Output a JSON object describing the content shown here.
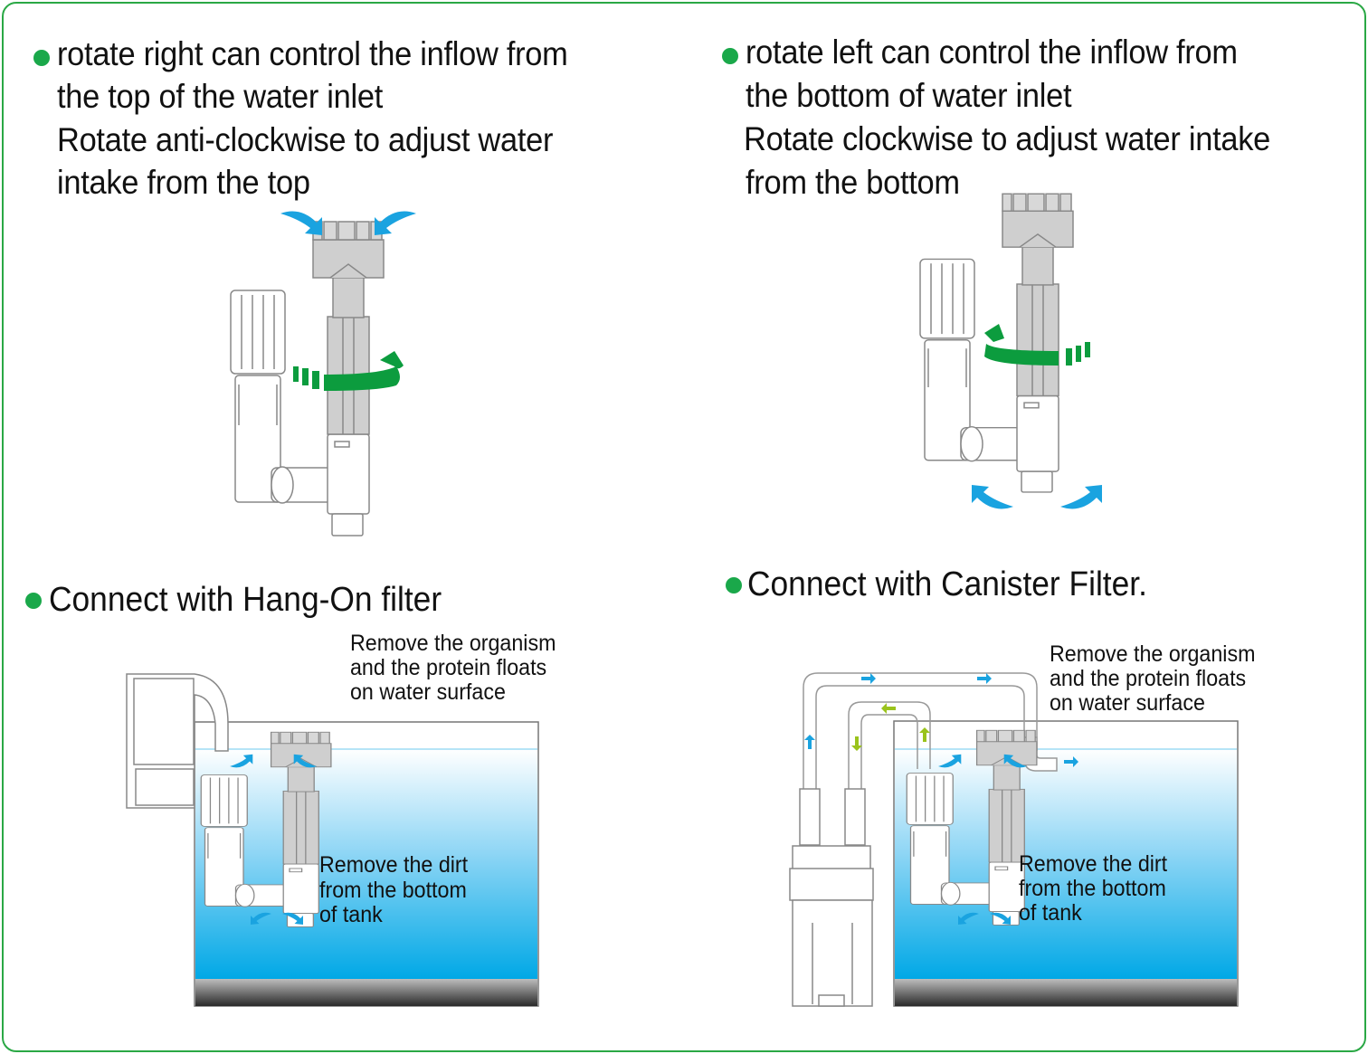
{
  "colors": {
    "border": "#2aa845",
    "bullet": "#1aa84a",
    "rotate_arrow": "#0c9c3e",
    "flow_arrow": "#1aa3e0",
    "return_arrow": "#9ac31c",
    "water": "#00a8e6"
  },
  "top_left": {
    "lines": [
      "rotate right can control the inflow from",
      "the top of the water inlet",
      "Rotate anti-clockwise to adjust water",
      "intake from the top"
    ]
  },
  "top_right": {
    "lines": [
      "rotate left can control the inflow from",
      "the bottom of water inlet",
      "Rotate clockwise to adjust water intake",
      "from the bottom"
    ]
  },
  "bottom_left": {
    "heading": "Connect with Hang-On filter",
    "surface_label": [
      "Remove the organism",
      "and the protein floats",
      "on water surface"
    ],
    "bottom_label": [
      "Remove the dirt",
      "from the bottom",
      "of tank"
    ]
  },
  "bottom_right": {
    "heading": "Connect with Canister Filter.",
    "surface_label": [
      "Remove the organism",
      "and the protein floats",
      "on water surface"
    ],
    "bottom_label": [
      "Remove the dirt",
      "from the bottom",
      "of tank"
    ]
  }
}
